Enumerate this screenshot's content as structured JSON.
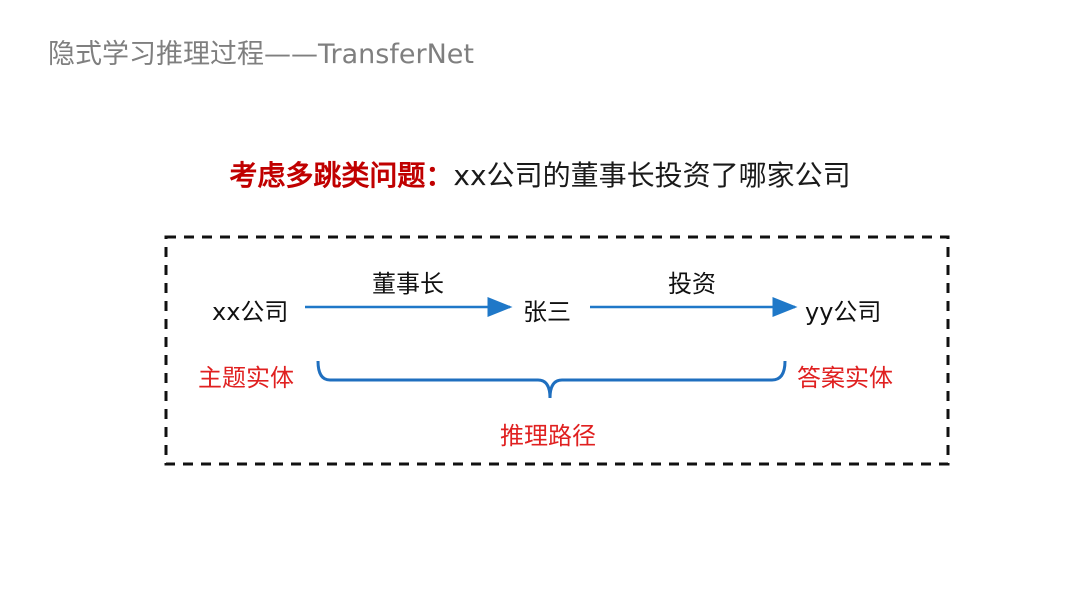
{
  "slide": {
    "title": "隐式学习推理过程——TransferNet"
  },
  "question": {
    "prefix": "考虑多跳类问题：",
    "text": "xx公司的董事长投资了哪家公司"
  },
  "diagram": {
    "nodes": {
      "start": "xx公司",
      "middle": "张三",
      "end": "yy公司"
    },
    "edges": {
      "first": "董事长",
      "second": "投资"
    },
    "labels": {
      "topic_entity": "主题实体",
      "answer_entity": "答案实体",
      "reasoning_path": "推理路径"
    },
    "colors": {
      "arrow": "#1f78c8",
      "brace": "#1f6fbf",
      "highlight": "#e02020",
      "question_prefix": "#c00000",
      "title": "#7f7f7f"
    }
  }
}
